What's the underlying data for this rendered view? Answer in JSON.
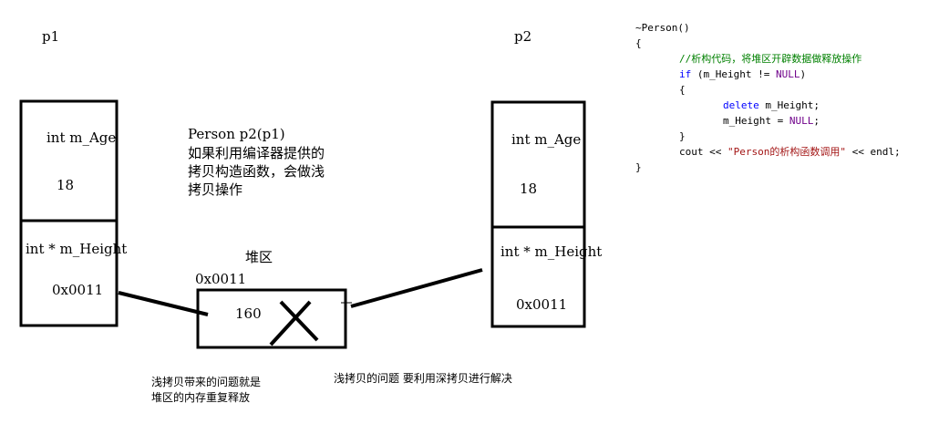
{
  "p1": {
    "title": "p1",
    "age_label": "int m_Age",
    "age_value": "18",
    "height_label": "int * m_Height",
    "height_value": "0x0011"
  },
  "p2": {
    "title": "p2",
    "age_label": "int  m_Age",
    "age_value": "18",
    "height_label": "int * m_Height",
    "height_value": "0x0011"
  },
  "heap": {
    "title": "堆区",
    "address": "0x0011",
    "value": "160"
  },
  "explanation": {
    "line1": "Person p2(p1)",
    "line2": "如果利用编译器提供的",
    "line3": "拷贝构造函数，会做浅",
    "line4": "拷贝操作"
  },
  "notes": {
    "left_line1": "浅拷贝带来的问题就是",
    "left_line2": "堆区的内存重复释放",
    "right": "浅拷贝的问题 要利用深拷贝进行解决"
  },
  "code": {
    "l1": "~Person()",
    "l2": "{",
    "l3": "//析构代码，将堆区开辟数据做释放操作",
    "l4_kw": "if",
    "l4_a": " (m_Height != ",
    "l4_null": "NULL",
    "l4_b": ")",
    "l5": "{",
    "l6_kw": "delete",
    "l6_rest": " m_Height;",
    "l7_a": "m_Height = ",
    "l7_null": "NULL",
    "l7_b": ";",
    "l8": "}",
    "l9_a": "cout ",
    "l9_op1": "<<",
    "l9_str": " \"Person的析构函数调用\" ",
    "l9_op2": "<<",
    "l9_b": " endl;",
    "l10": "}"
  },
  "colors": {
    "ink": "#000000",
    "keyword": "#0000ff",
    "comment": "#008000",
    "string": "#a31515",
    "null_macro": "#6f008a"
  }
}
